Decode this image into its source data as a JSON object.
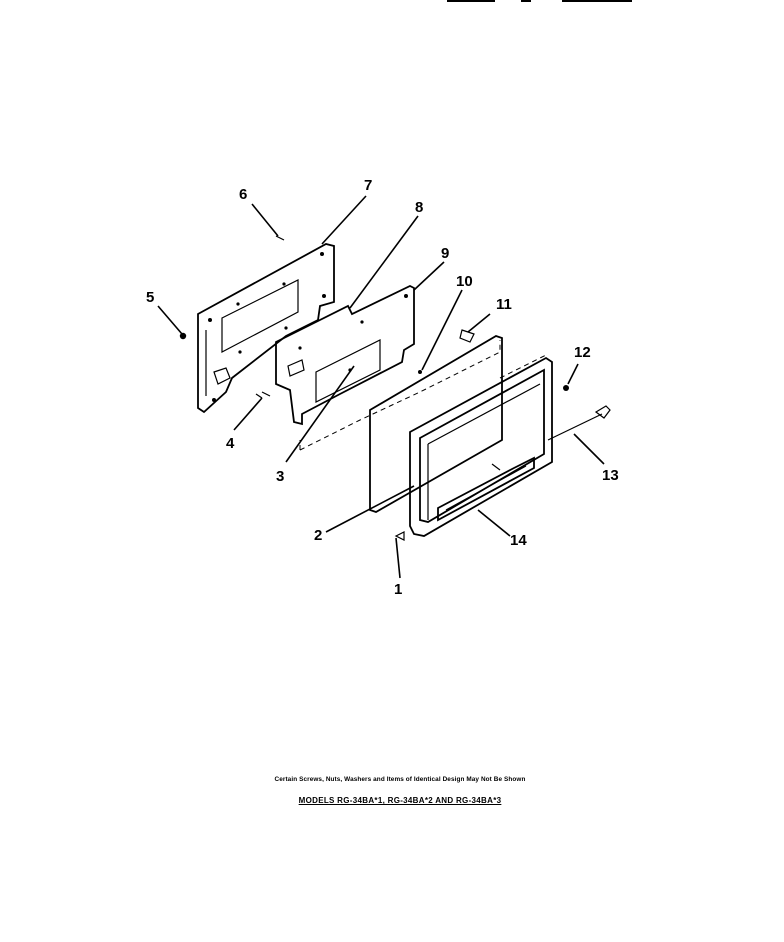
{
  "callouts": {
    "c1": "1",
    "c2": "2",
    "c3": "3",
    "c4": "4",
    "c5": "5",
    "c6": "6",
    "c7": "7",
    "c8": "8",
    "c9": "9",
    "c10": "10",
    "c11": "11",
    "c12": "12",
    "c13": "13",
    "c14": "14"
  },
  "caption": {
    "note": "Certain Screws, Nuts, Washers and Items of Identical Design May Not Be Shown",
    "models": "MODELS RG-34BA*1, RG-34BA*2 AND RG-34BA*3"
  }
}
